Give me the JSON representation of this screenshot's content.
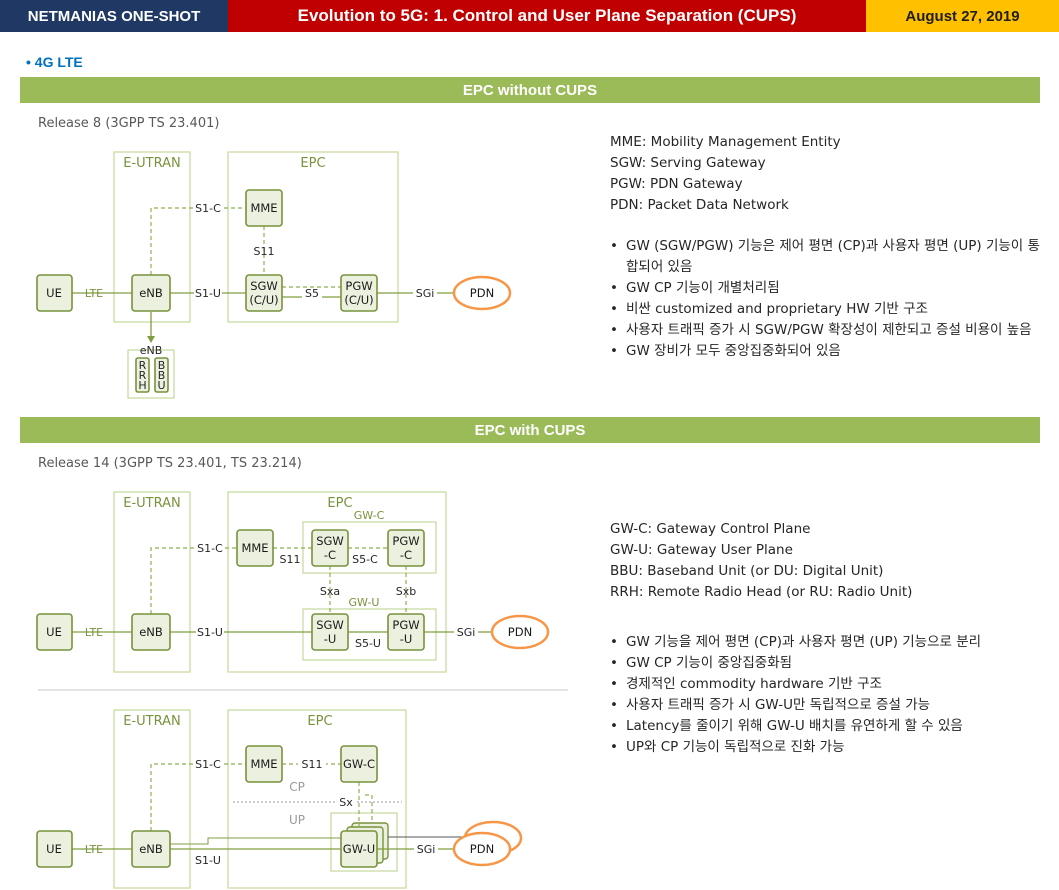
{
  "header": {
    "left": "NETMANIAS ONE-SHOT",
    "title": "Evolution to 5G: 1. Control and User Plane Separation (CUPS)",
    "date": "August 27, 2019"
  },
  "subheading": "4G LTE",
  "section1": {
    "bar": "EPC without CUPS",
    "release": "Release 8 (3GPP TS 23.401)",
    "definitions": [
      "MME: Mobility Management Entity",
      "SGW: Serving Gateway",
      "PGW: PDN Gateway",
      "PDN: Packet Data Network"
    ],
    "bullets": [
      "GW (SGW/PGW) 기능은 제어 평면 (CP)과 사용자 평면 (UP) 기능이 통합되어 있음",
      "GW CP 기능이 개별처리됨",
      "비싼 customized and proprietary HW 기반 구조",
      "사용자 트래픽 증가 시 SGW/PGW 확장성이 제한되고 증설 비용이 높음",
      "GW 장비가 모두 중앙집중화되어 있음"
    ],
    "diagram": {
      "eutran": "E-UTRAN",
      "epc": "EPC",
      "ue": "UE",
      "lte": "LTE",
      "enb": "eNB",
      "mme": "MME",
      "s1c": "S1-C",
      "s11": "S11",
      "s1u": "S1-U",
      "sgw1": "SGW",
      "sgw2": "(C/U)",
      "s5": "S5",
      "pgw1": "PGW",
      "pgw2": "(C/U)",
      "sgi": "SGi",
      "pdn": "PDN",
      "enb_small": "eNB",
      "rrh": [
        "R",
        "R",
        "H"
      ],
      "bbu": [
        "B",
        "B",
        "U"
      ]
    }
  },
  "section2": {
    "bar": "EPC with CUPS",
    "release": "Release 14 (3GPP TS 23.401, TS 23.214)",
    "definitions": [
      "GW-C: Gateway Control Plane",
      "GW-U: Gateway User Plane",
      "BBU: Baseband Unit (or DU: Digital Unit)",
      "RRH: Remote Radio Head (or RU: Radio Unit)"
    ],
    "bullets": [
      "GW 기능을 제어 평면 (CP)과 사용자 평면 (UP) 기능으로 분리",
      "GW CP 기능이 중앙집중화됨",
      "경제적인 commodity hardware 기반 구조",
      "사용자 트래픽 증가 시 GW-U만 독립적으로 증설 가능",
      "Latency를 줄이기 위해 GW-U 배치를 유연하게 할 수 있음",
      "UP와 CP 기능이 독립적으로 진화 가능"
    ],
    "diagram_a": {
      "eutran": "E-UTRAN",
      "epc": "EPC",
      "gwc": "GW-C",
      "gwu": "GW-U",
      "ue": "UE",
      "lte": "LTE",
      "enb": "eNB",
      "mme": "MME",
      "s1c": "S1-C",
      "s11": "S11",
      "s1u": "S1-U",
      "sgwc1": "SGW",
      "sgwc2": "-C",
      "pgwc1": "PGW",
      "pgwc2": "-C",
      "s5c": "S5-C",
      "sxa": "Sxa",
      "sxb": "Sxb",
      "sgwu1": "SGW",
      "sgwu2": "-U",
      "pgwu1": "PGW",
      "pgwu2": "-U",
      "s5u": "S5-U",
      "sgi": "SGi",
      "pdn": "PDN"
    },
    "diagram_b": {
      "eutran": "E-UTRAN",
      "epc": "EPC",
      "ue": "UE",
      "lte": "LTE",
      "enb": "eNB",
      "mme": "MME",
      "s1c": "S1-C",
      "s11": "S11",
      "gwc": "GW-C",
      "cp": "CP",
      "up": "UP",
      "sx": "Sx",
      "gwu": "GW-U",
      "s1u": "S1-U",
      "sgi": "SGi",
      "pdn": "PDN"
    }
  },
  "colors": {
    "navy": "#1f3864",
    "red": "#c00000",
    "gold": "#ffc000",
    "green": "#9bbb59",
    "node_fill": "#ebf1de",
    "node_stroke": "#77933c",
    "pdn": "#f79646",
    "label_blue": "#0070c0"
  }
}
